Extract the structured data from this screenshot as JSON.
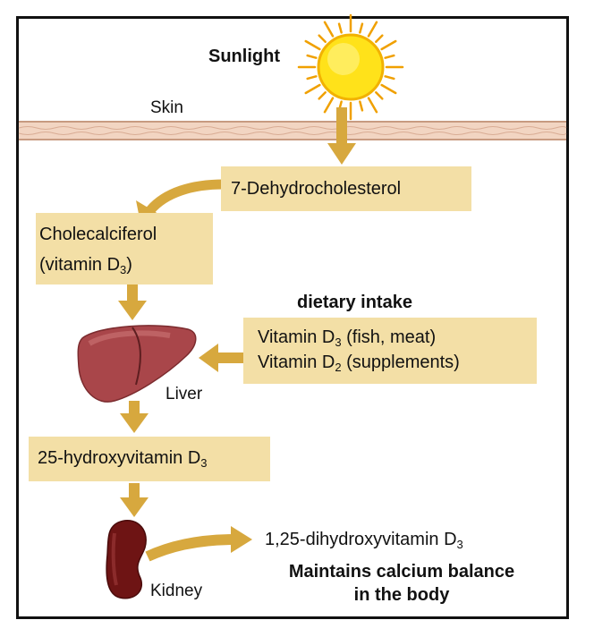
{
  "labels": {
    "sunlight": "Sunlight",
    "skin": "Skin",
    "dehydrocholesterol": "7-Dehydrocholesterol",
    "cholecalciferol": "Cholecalciferol",
    "vitamin_d3_paren_pre": "(vitamin D",
    "vitamin_d3_paren_sub": "3",
    "vitamin_d3_paren_post": ")",
    "dietary_intake": "dietary intake",
    "diet_line1_pre": "Vitamin D",
    "diet_line1_sub": "3",
    "diet_line1_post": " (fish, meat)",
    "diet_line2_pre": "Vitamin D",
    "diet_line2_sub": "2",
    "diet_line2_post": " (supplements)",
    "liver": "Liver",
    "hydroxy_pre": "25-hydroxyvitamin D",
    "hydroxy_sub": "3",
    "dihydroxy_pre": "1,25-dihydroxyvitamin D",
    "dihydroxy_sub": "3",
    "kidney": "Kidney",
    "maintains_line1": "Maintains calcium balance",
    "maintains_line2": "in the body"
  },
  "colors": {
    "box_fill": "#f3dfa6",
    "arrow": "#d7a83e",
    "sun_core": "#ffe21a",
    "sun_ray": "#f0a000",
    "skin_band": "#f2d5c2",
    "skin_line": "#c79a80",
    "liver": "#a9464a",
    "kidney": "#6e1414"
  }
}
